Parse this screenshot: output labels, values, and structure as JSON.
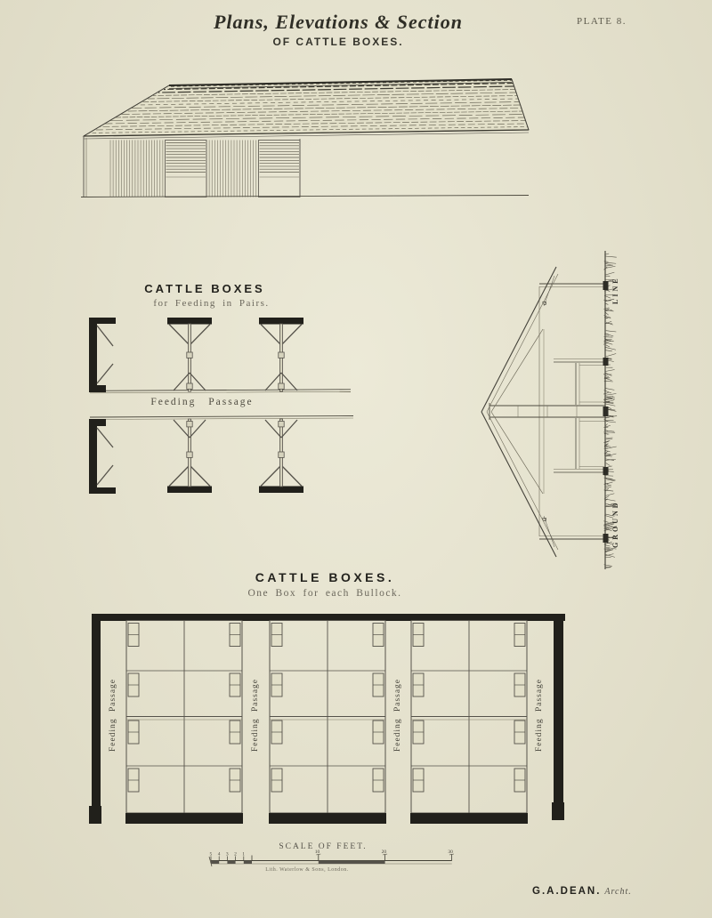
{
  "plate": {
    "title": "Plans, Elevations & Section",
    "subtitle": "OF CATTLE BOXES.",
    "plate_no": "PLATE 8."
  },
  "pairs_plan": {
    "heading": "CATTLE BOXES",
    "subheading": "for Feeding in Pairs.",
    "passage_label": "Feeding Passage"
  },
  "section": {
    "ground_label": "GROUND",
    "line_label": "LINE",
    "eave_label_a": "a"
  },
  "single_plan": {
    "heading": "CATTLE BOXES.",
    "subheading": "One Box for each Bullock.",
    "blocks": 3,
    "rows_per_block": 4,
    "cols_per_block": 2,
    "passage_labels": [
      "Feeding Passage",
      "Feeding Passage",
      "Feeding Passage",
      "Feeding Passage"
    ]
  },
  "scale_bar": {
    "title": "SCALE OF FEET.",
    "sub_ticks": [
      "5",
      "4",
      "3",
      "2",
      "1"
    ],
    "major_ticks": [
      "10",
      "20",
      "30"
    ],
    "lith_credit": "Lith. Waterlow & Sons, London."
  },
  "signature": {
    "name": "G.A.DEAN.",
    "role": "Archt."
  },
  "colors": {
    "paper": "#e8e5d0",
    "ink": "#21201b",
    "line": "#55524a",
    "text_gray": "#6b675c"
  }
}
